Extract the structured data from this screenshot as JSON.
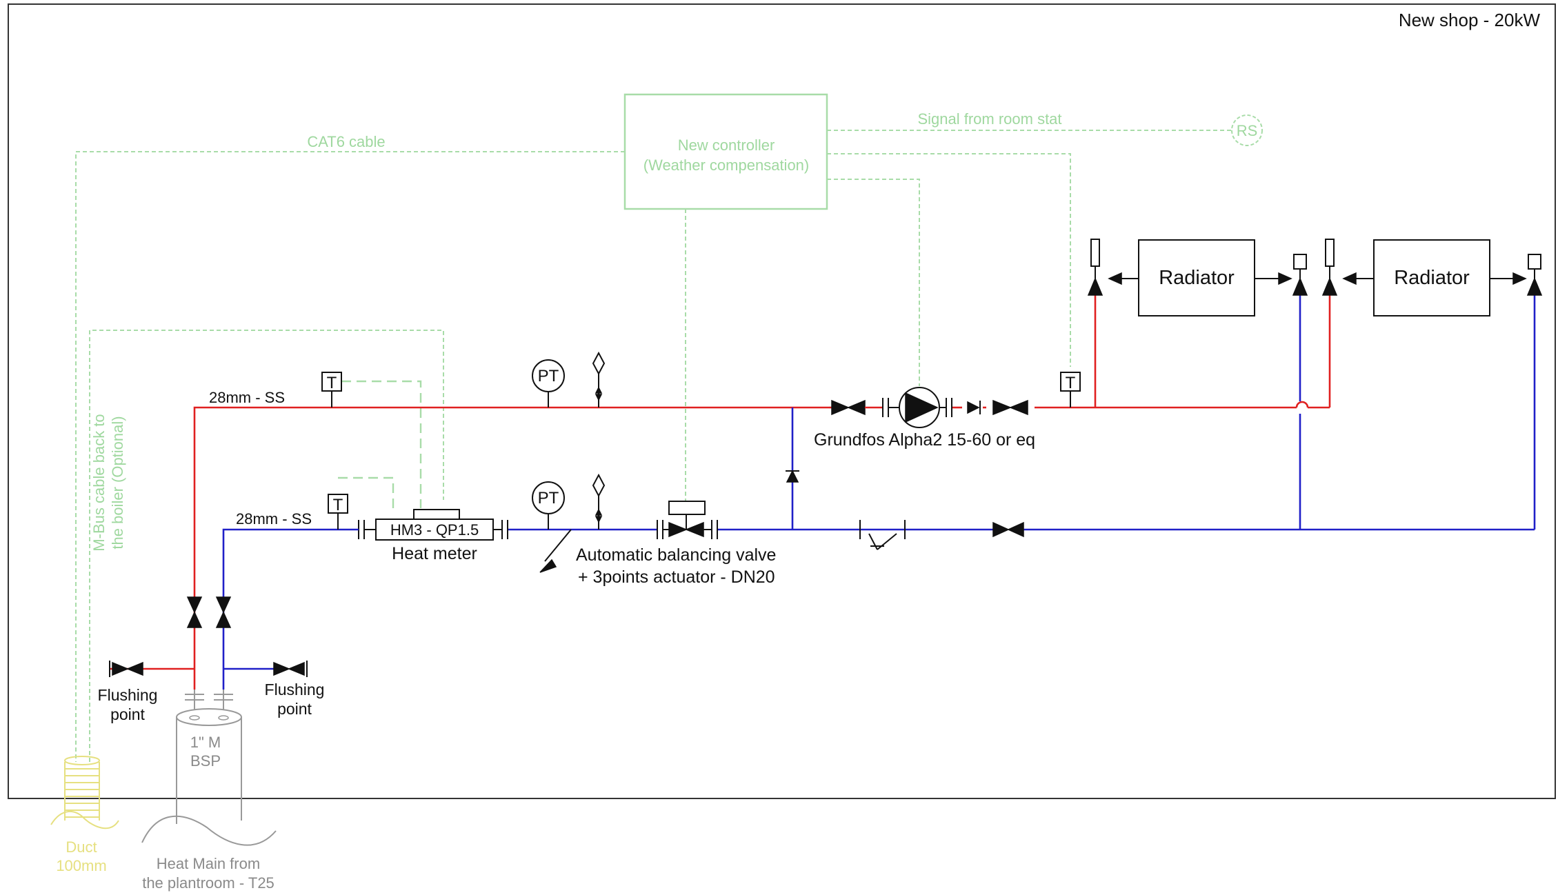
{
  "diagram": {
    "title": "New shop - 20kW",
    "controller": {
      "line1": "New controller",
      "line2": "(Weather compensation)"
    },
    "signals": {
      "cat6": "CAT6 cable",
      "room_stat": "Signal from room stat",
      "room_stat_symbol": "RS",
      "mbus_line1": "M-Bus cable back to",
      "mbus_line2": "the boiler (Optional)"
    },
    "pipes": {
      "flow_size": "28mm - SS",
      "return_size": "28mm - SS"
    },
    "instruments": {
      "temp_symbol": "T",
      "pressure_symbol": "PT"
    },
    "heat_meter": {
      "model": "HM3 - QP1.5",
      "label": "Heat meter"
    },
    "pump": {
      "label": "Grundfos Alpha2 15-60 or eq"
    },
    "balancing_valve": {
      "line1": "Automatic balancing valve",
      "line2": "+ 3points actuator - DN20"
    },
    "radiators": [
      {
        "label": "Radiator"
      },
      {
        "label": "Radiator"
      }
    ],
    "flushing": [
      {
        "line1": "Flushing",
        "line2": "point"
      },
      {
        "line1": "Flushing",
        "line2": "point"
      }
    ],
    "connection": {
      "line1": "1\" M",
      "line2": "BSP"
    },
    "heat_main": {
      "line1": "Heat Main from",
      "line2": "the plantroom - T25"
    },
    "duct": {
      "line1": "Duct",
      "line2": "100mm"
    },
    "colors": {
      "flow": "#e02020",
      "return": "#2020c8",
      "signal": "#a8dca8",
      "duct": "#e6e080",
      "frame": "#333333"
    }
  }
}
